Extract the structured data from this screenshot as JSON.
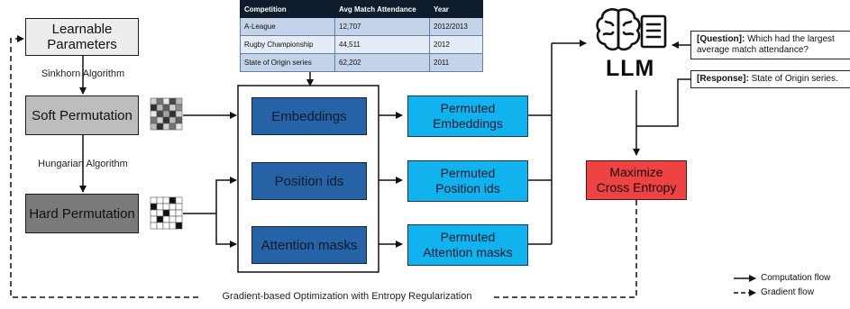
{
  "nodes": {
    "learnable": "Learnable Parameters",
    "soft": "Soft Permutation",
    "hard": "Hard Permutation",
    "embeddings": "Embeddings",
    "positions": "Position ids",
    "masks": "Attention masks",
    "perm_embeddings": "Permuted\nEmbeddings",
    "perm_positions": "Permuted\nPosition ids",
    "perm_masks": "Permuted\nAttention masks",
    "llm": "LLM",
    "maximize": "Maximize\nCross Entropy"
  },
  "labels": {
    "sinkhorn": "Sinkhorn Algorithm",
    "hungarian": "Hungarian Algorithm",
    "gradient": "Gradient-based Optimization with Entropy Regularization"
  },
  "table": {
    "headers": [
      "Competition",
      "Avg Match Attendance",
      "Year"
    ],
    "rows": [
      [
        "A-League",
        "12,707",
        "2012/2013"
      ],
      [
        "Rugby Championship",
        "44,511",
        "2012"
      ],
      [
        "State of Origin series",
        "62,202",
        "2011"
      ]
    ]
  },
  "callouts": {
    "question_tag": "[Question]:",
    "question_text": "Which had the largest average match attendance?",
    "response_tag": "[Response]:",
    "response_text": "State of Origin series."
  },
  "legend": {
    "computation": "Computation flow",
    "gradient": "Gradient flow"
  },
  "colors": {
    "learnable": "#ededed",
    "soft": "#bdbdbd",
    "hard": "#7a7a7a",
    "input": "#2563a6",
    "permuted": "#11b3ee",
    "loss": "#ee4343",
    "table_header": "#0f1c2e"
  },
  "matrices": {
    "soft": [
      [
        0.2,
        0.6,
        0.1,
        0.8,
        0.3
      ],
      [
        0.9,
        0.3,
        0.7,
        0.2,
        0.5
      ],
      [
        0.1,
        0.8,
        0.4,
        0.9,
        0.2
      ],
      [
        0.6,
        0.2,
        0.9,
        0.3,
        0.7
      ],
      [
        0.3,
        0.9,
        0.2,
        0.6,
        0.1
      ]
    ],
    "hard": [
      [
        0,
        0,
        0,
        1,
        0
      ],
      [
        1,
        0,
        0,
        0,
        0
      ],
      [
        0,
        0,
        1,
        0,
        0
      ],
      [
        0,
        1,
        0,
        0,
        0
      ],
      [
        0,
        0,
        0,
        0,
        1
      ]
    ]
  }
}
